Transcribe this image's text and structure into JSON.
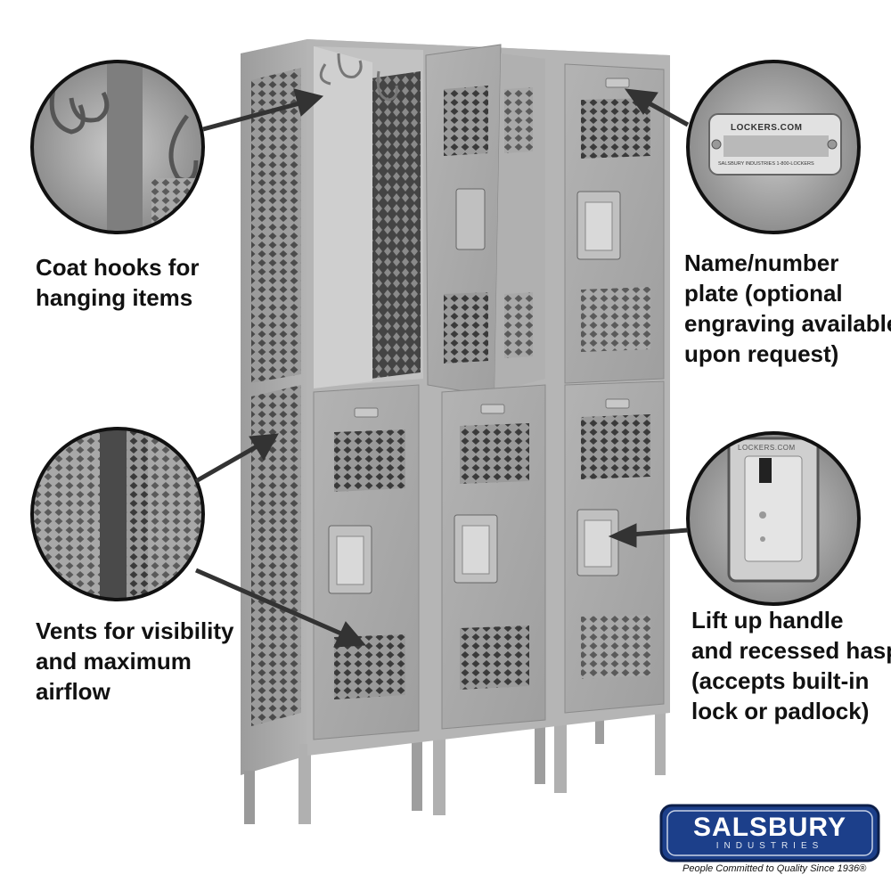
{
  "captions": {
    "coat_hooks": [
      "Coat hooks for",
      "hanging items"
    ],
    "name_plate": [
      "Name/number",
      "plate (optional",
      "engraving available",
      "upon request)"
    ],
    "vents": [
      "Vents for visibility",
      "and maximum",
      "airflow"
    ],
    "lift_handle": [
      "Lift up handle",
      "and recessed hasp",
      "(accepts built-in",
      "lock or padlock)"
    ]
  },
  "plate": {
    "brand": "LOCKERS.COM",
    "fineprint": "SALSBURY INDUSTRIES   1-800-LOCKERS"
  },
  "handle": {
    "brand": "LOCKERS.COM"
  },
  "logo": {
    "name": "SALSBURY",
    "sub": "INDUSTRIES",
    "tagline": "People Committed to Quality Since 1936®"
  },
  "colors": {
    "locker": "#a9a9a9",
    "locker_dark": "#8c8c8c",
    "arrow": "#333333",
    "logo_bg": "#1c3f8a"
  }
}
